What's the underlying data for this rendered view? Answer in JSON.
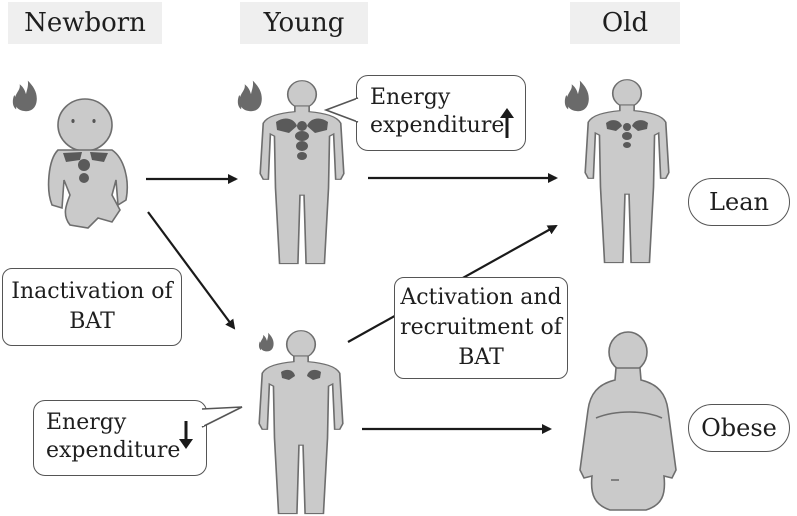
{
  "headers": {
    "newborn": "Newborn",
    "young": "Young",
    "old": "Old"
  },
  "callouts": {
    "energy_up_line1": "Energy",
    "energy_up_line2": "expenditure",
    "energy_down_line1": "Energy",
    "energy_down_line2": "expenditure"
  },
  "boxes": {
    "inactivation_line1": "Inactivation of",
    "inactivation_line2": "BAT",
    "activation_line1": "Activation and",
    "activation_line2": "recruitment of",
    "activation_line3": "BAT"
  },
  "outcomes": {
    "lean": "Lean",
    "obese": "Obese"
  },
  "colors": {
    "body_fill": "#cacaca",
    "body_stroke": "#6e6e6e",
    "bat_fill": "#5a5a5a",
    "flame": "#6a6a6a",
    "arrow": "#1a1a1a",
    "header_bg": "#efefef"
  },
  "icons": [
    "flame-icon",
    "arrow-up-icon",
    "arrow-down-icon"
  ]
}
